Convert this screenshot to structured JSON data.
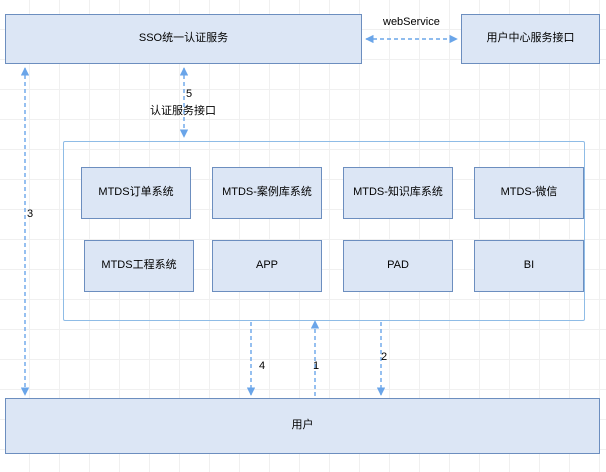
{
  "diagram": {
    "title_box": {
      "label": "SSO统一认证服务"
    },
    "right_box": {
      "label": "用户中心服务接口"
    },
    "bottom_box": {
      "label": "用户"
    },
    "group": {
      "row1": [
        {
          "label": "MTDS订单系统"
        },
        {
          "label": "MTDS-案例库系统"
        },
        {
          "label": "MTDS-知识库系统"
        },
        {
          "label": "MTDS-微信"
        }
      ],
      "row2": [
        {
          "label": "MTDS工程系统"
        },
        {
          "label": "APP"
        },
        {
          "label": "PAD"
        },
        {
          "label": "BI"
        }
      ]
    },
    "edges": {
      "webservice": "webService",
      "auth_number": "5",
      "auth_interface": "认证服务接口",
      "left_number": "3",
      "num_4": "4",
      "num_1": "1",
      "num_2": "2"
    },
    "colors": {
      "box_fill": "#dce6f5",
      "box_border": "#6c8ebf",
      "container_border": "#8fbce6",
      "arrow": "#6aa5e9",
      "grid": "#f0f0f0",
      "text": "#000000"
    }
  }
}
